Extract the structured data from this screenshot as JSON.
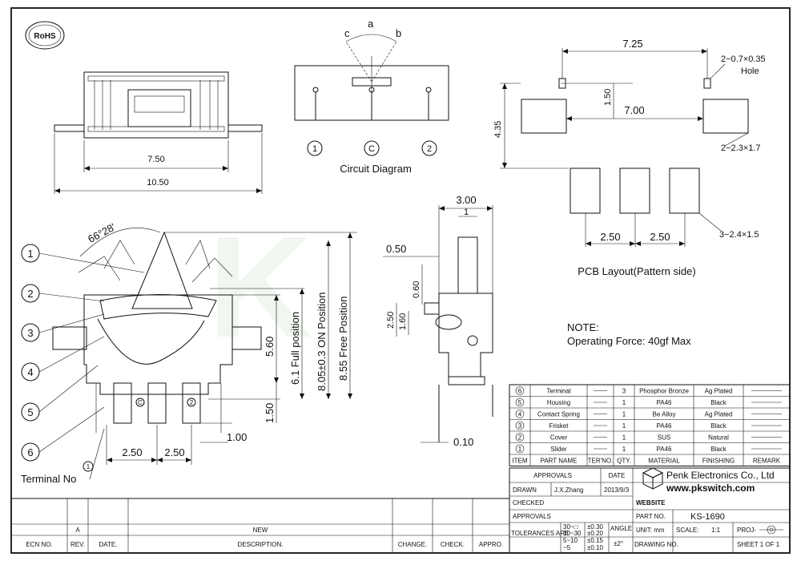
{
  "badges": {
    "rohs": "RoHS"
  },
  "circuit": {
    "a": "a",
    "b": "b",
    "c": "c",
    "pin1": "1",
    "pinC": "C",
    "pin2": "2",
    "title": "Circuit Diagram"
  },
  "top_view": {
    "dim_inner": "7.50",
    "dim_outer": "10.50"
  },
  "side_view": {
    "angle": "66°28'",
    "dims": {
      "full_pos": "6.1 Full position",
      "on_pos": "8.05±0.3 ON Position",
      "free_pos": "8.55 Free Position",
      "d560": "5.60",
      "d150": "1.50",
      "d100": "1.00",
      "d250a": "2.50",
      "d250b": "2.50"
    },
    "callouts": [
      "1",
      "2",
      "3",
      "4",
      "5",
      "6"
    ],
    "terminal_label": "Terminal  No",
    "terminal_num": "1",
    "terminal_c": "C",
    "terminal_2": "2"
  },
  "end_view": {
    "d300": "3.00",
    "d1": "1",
    "d050": "0.50",
    "d060": "0.60",
    "d250": "2.50",
    "d160": "1.60",
    "d010": "0.10"
  },
  "pcb": {
    "d725": "7.25",
    "d700": "7.00",
    "d150": "1.50",
    "d435": "4.35",
    "hole": "2−0.7×0.35",
    "hole2": "Hole",
    "pad_a": "2−2.3×1.7",
    "pad_b": "3−2.4×1.5",
    "d250a": "2.50",
    "d250b": "2.50",
    "title": "PCB Layout(Pattern side)"
  },
  "note": {
    "line1": "NOTE:",
    "line2": "Operating Force: 40gf Max"
  },
  "bom": {
    "headers": [
      "ITEM",
      "PART NAME",
      "TER'NO.",
      "QTY.",
      "MATERIAL",
      "FINISHING",
      "REMARK"
    ],
    "rows": [
      {
        "item": "6",
        "name": "Terminal",
        "ter": "",
        "qty": "3",
        "material": "Phosphor Bronze",
        "finish": "Ag Plated"
      },
      {
        "item": "5",
        "name": "Housing",
        "ter": "",
        "qty": "1",
        "material": "PA46",
        "finish": "Black"
      },
      {
        "item": "4",
        "name": "Contact Spring",
        "ter": "",
        "qty": "1",
        "material": "Be Alloy",
        "finish": "Ag Plated"
      },
      {
        "item": "3",
        "name": "Frisket",
        "ter": "",
        "qty": "1",
        "material": "PA46",
        "finish": "Black"
      },
      {
        "item": "2",
        "name": "Cover",
        "ter": "",
        "qty": "1",
        "material": "SUS",
        "finish": "Natural"
      },
      {
        "item": "1",
        "name": "Slider",
        "ter": "",
        "qty": "1",
        "material": "PA46",
        "finish": "Black"
      }
    ]
  },
  "title_block": {
    "approvals": "APPROVALS",
    "date": "DATE",
    "drawn": "DRAWN",
    "drawn_by": "J.X.Zhang",
    "drawn_date": "2013/9/3",
    "checked": "CHECKED",
    "approvals2": "APPROVALS",
    "tolerances": "TOLERANCES ARE",
    "tol_rows": [
      [
        "30~□",
        "±0.30"
      ],
      [
        "10~30",
        "±0.20"
      ],
      [
        "5~10",
        "±0.15"
      ],
      [
        "~5",
        "±0.10"
      ]
    ],
    "angle": "ANGLE",
    "angle_val": "±2°",
    "company": "Penk Electronics Co., Ltd",
    "website_url": "www.pkswitch.com",
    "website": "WEBSITE",
    "part_no_label": "PART NO.",
    "part_no": "KS-1690",
    "unit": "UNIT: mm",
    "scale_label": "SCALE:",
    "scale": "1:1",
    "proj": "PROJ-",
    "drawing_no": "DRAWING NO.",
    "sheet": "SHEET  1  OF  1"
  },
  "revision": {
    "rev": "A",
    "new": "NEW",
    "headers": [
      "ECN NO.",
      "REV.",
      "DATE.",
      "DESCRIPTION.",
      "CHANGE.",
      "CHECK.",
      "APPRO."
    ]
  }
}
